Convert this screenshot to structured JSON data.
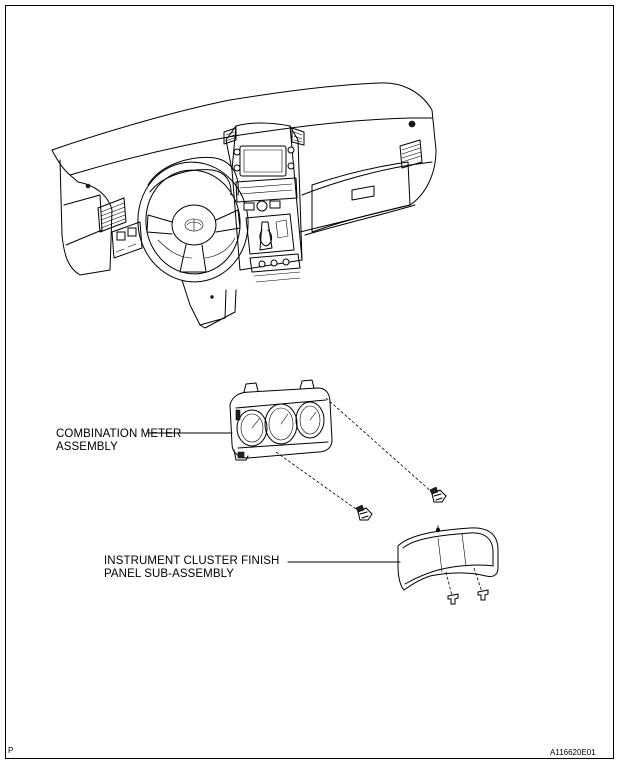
{
  "labels": {
    "combination_meter_line1": "COMBINATION METER",
    "combination_meter_line2": "ASSEMBLY",
    "cluster_finish_line1": "INSTRUMENT CLUSTER FINISH",
    "cluster_finish_line2": "PANEL SUB-ASSEMBLY"
  },
  "corner": {
    "left": "P",
    "right": "A116620E01"
  }
}
